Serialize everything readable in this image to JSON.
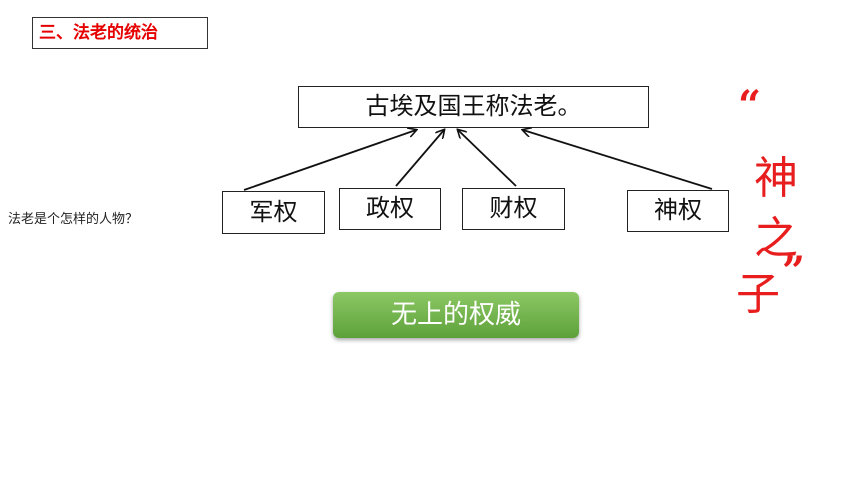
{
  "section_title": "三、法老的统治",
  "main_box": "古埃及国王称法老。",
  "powers": [
    "军权",
    "政权",
    "财权",
    "神权"
  ],
  "question": "法老是个怎样的人物？",
  "authority_button": "无上的权威",
  "quote": {
    "open_mark": "“",
    "chars": [
      "神",
      "之",
      "子"
    ],
    "close_mark": "”"
  },
  "colors": {
    "title_red": "#e60000",
    "quote_red": "#e81e1e",
    "button_green": "#6cb047"
  }
}
